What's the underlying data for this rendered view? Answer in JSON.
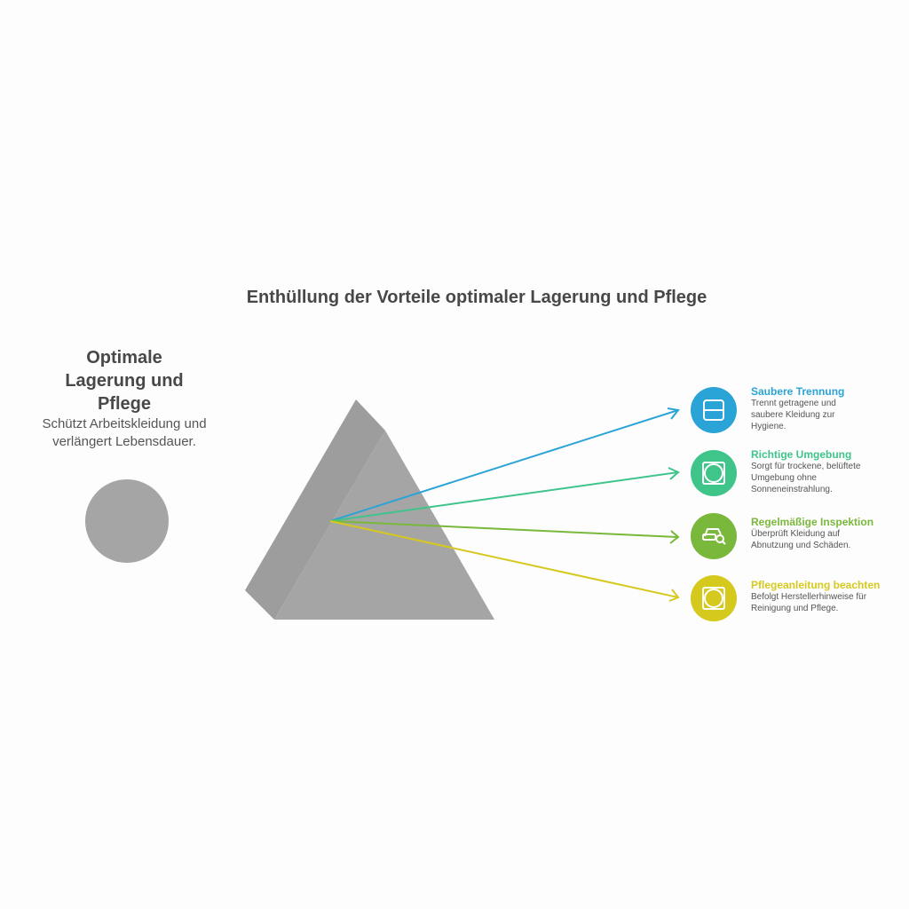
{
  "title": "Enthüllung der Vorteile optimaler Lagerung und Pflege",
  "source": {
    "heading": "Optimale Lagerung und Pflege",
    "description": "Schützt Arbeitskleidung und verlängert Lebensdauer."
  },
  "benefits": [
    {
      "title": "Saubere Trennung",
      "description": "Trennt getragene und saubere Kleidung zur Hygiene.",
      "color": "#2aa3d6",
      "icon": "split-square-icon"
    },
    {
      "title": "Richtige Umgebung",
      "description": "Sorgt für trockene, belüftete Umgebung ohne Sonneneinstrahlung.",
      "color": "#3fc48a",
      "icon": "framed-circle-icon"
    },
    {
      "title": "Regelmäßige Inspektion",
      "description": "Überprüft Kleidung auf Abnutzung und Schäden.",
      "color": "#7ab83c",
      "icon": "car-search-icon"
    },
    {
      "title": "Pflegeanleitung beachten",
      "description": "Befolgt Herstellerhinweise für Reinigung und Pflege.",
      "color": "#d6c91d",
      "icon": "framed-circle-icon"
    }
  ],
  "colors": {
    "prism": "#a5a5a5",
    "prism_side": "#9b9b9b",
    "source_circle": "#a5a5a5"
  }
}
